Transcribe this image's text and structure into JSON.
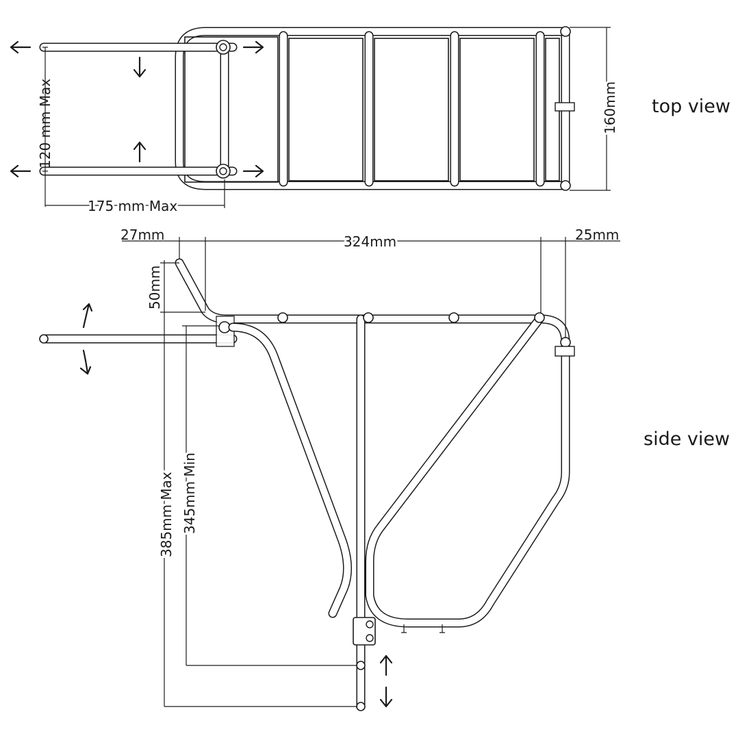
{
  "labels": {
    "top_view": "top view",
    "side_view": "side view"
  },
  "dimensions": {
    "width_120": "120 mm Max",
    "length_175": "175 mm Max",
    "width_160": "160mm",
    "offset_27": "27mm",
    "length_324": "324mm",
    "offset_25": "25mm",
    "height_50": "50mm",
    "height_385": "385mm Max",
    "height_345": "345mm Min"
  }
}
